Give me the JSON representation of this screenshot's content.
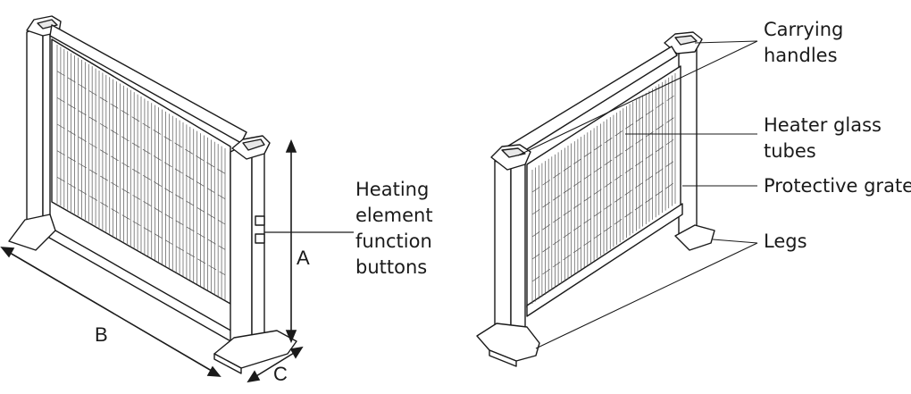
{
  "left_view": {
    "label_heating_buttons": [
      "Heating",
      "element",
      "function",
      "buttons"
    ],
    "dimension_a": "A",
    "dimension_b": "B",
    "dimension_c": "C"
  },
  "right_view": {
    "label_handles": [
      "Carrying",
      "handles"
    ],
    "label_tubes": [
      "Heater glass",
      "tubes"
    ],
    "label_grate": "Protective grate",
    "label_legs": "Legs"
  },
  "colors": {
    "line": "#1a1a1a",
    "fill": "#ffffff",
    "tube": "#555555"
  }
}
